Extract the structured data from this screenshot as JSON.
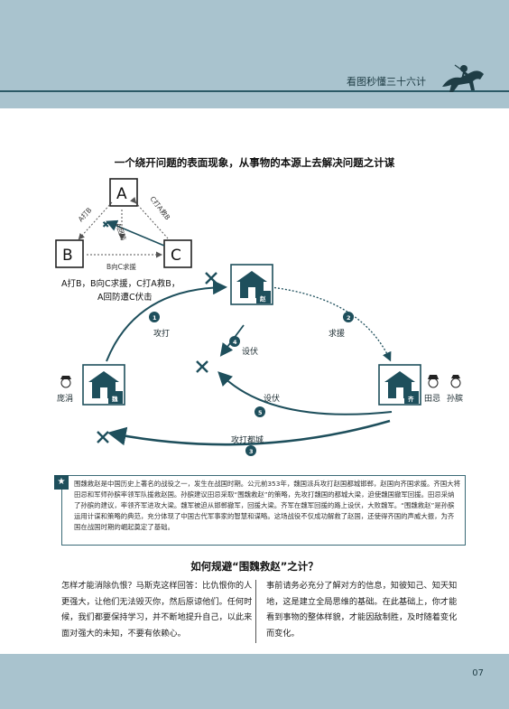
{
  "header": {
    "series_title": "看图秒懂三十六计",
    "page_number": "07"
  },
  "headline": "一个绕开问题的表面现象，从事物的本源上去解决问题之计谋",
  "triangle": {
    "nodes": [
      "A",
      "B",
      "C"
    ],
    "edge_ab": "A打B",
    "edge_ca": "C打A救B",
    "edge_cb": "A回防",
    "edge_bc": "B向C求援",
    "legend_line1": "A打B，B向C求援，C打A救B，",
    "legend_line2": "A回防遭C伏击"
  },
  "map": {
    "states": {
      "zhao": "赵",
      "wei": "魏",
      "qi": "齐"
    },
    "steps": [
      {
        "num": "1",
        "label": "攻打"
      },
      {
        "num": "2",
        "label": "求援"
      },
      {
        "num": "3",
        "label": "攻打都城"
      },
      {
        "num": "4",
        "label": "设伏"
      },
      {
        "num": "5",
        "label": "设伏"
      }
    ],
    "people": {
      "wei_general": "庞涓",
      "qi_general1": "田忌",
      "qi_general2": "孙膑"
    }
  },
  "note": "围魏救赵是中国历史上著名的战役之一，发生在战国时期。公元前353年，魏国派兵攻打赵国都城邯郸，赵国向齐国求援。齐国大将田忌和军师孙膑率领军队援救赵国。孙膑建议田忌采取“围魏救赵”的策略，先攻打魏国的都城大梁，迫使魏国撤军回援。田忌采纳了孙膑的建议，率领齐军进攻大梁。魏军被迫从邯郸撤军，回援大梁。齐军在魏军回援的路上设伏，大败魏军。“围魏救赵”是孙膑运用计谋和策略的典范，充分体现了中国古代军事家的智慧和谋略。这场战役不仅成功解救了赵国，还使得齐国的声威大振，为齐国在战国时期的崛起奠定了基础。",
  "subheading": "如何规避“围魏救赵”之计？",
  "columns": {
    "left": "怎样才能消除仇恨？马斯克这样回答：比仇恨你的人更强大，让他们无法毁灭你，然后原谅他们。任何时候，我们都要保持学习，并不断地提升自己，以此来面对强大的未知，不要有依赖心。",
    "right": "事前请务必充分了解对方的信息，知彼知己、知天知地，这是建立全局思维的基础。在此基础上，你才能看到事物的整体样貌，才能因敌制胜，及时随着变化而变化。"
  },
  "colors": {
    "band": "#a9c3ce",
    "teal": "#1e4f5c",
    "accent": "#2c5a66"
  }
}
